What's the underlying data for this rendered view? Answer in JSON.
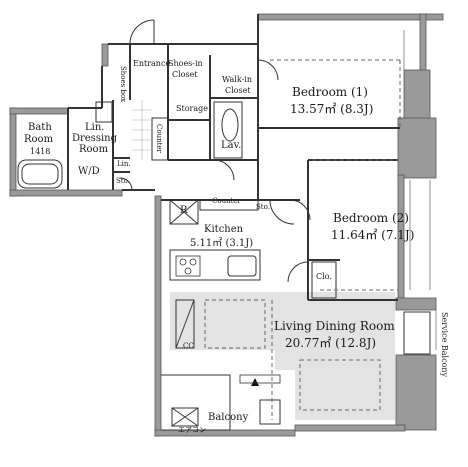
{
  "rooms": {
    "bedroom1": {
      "name": "Bedroom (1)",
      "area": "13.57㎡ (8.3J)"
    },
    "bedroom2": {
      "name": "Bedroom (2)",
      "area": "11.64㎡ (7.1J)"
    },
    "kitchen": {
      "name": "Kitchen",
      "area": "5.11㎡ (3.1J)"
    },
    "living": {
      "name": "Living Dining Room",
      "area": "20.77㎡ (12.8J)"
    },
    "bath": {
      "line1": "Bath",
      "line2": "Room",
      "code": "1418"
    },
    "dressing": {
      "line1": "Lin.",
      "line2": "Dressing",
      "line3": "Room"
    }
  },
  "labels": {
    "entrance": "Entrance",
    "shoes_in_closet_1": "Shoes-in",
    "shoes_in_closet_2": "Closet",
    "walk_in_closet_1": "Walk-in",
    "walk_in_closet_2": "Closet",
    "storage": "Storage",
    "lav": "Lav.",
    "counter_vertical": "Counter",
    "counter_horizontal": "Counter",
    "shoes_box": "Shoes box",
    "wd": "W/D",
    "lin": "Lin.",
    "sto1": "Sto.",
    "sto2": "Sto.",
    "refrigerator": "R",
    "closet": "Clo.",
    "balcony": "Balcony",
    "service_balcony": "Service Balcony",
    "cc": "CC",
    "ac": "エアコン"
  },
  "colors": {
    "wall": "#9a9a9a",
    "wall_dark": "#555555",
    "line": "#333333",
    "living_shade": "#e3e3e3"
  }
}
